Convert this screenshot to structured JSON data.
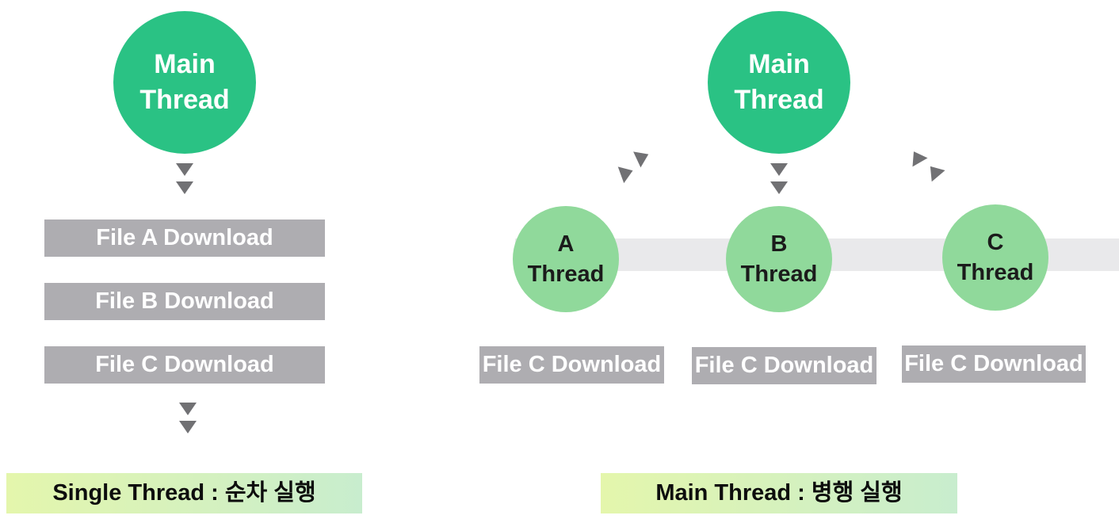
{
  "colors": {
    "main_circle_green": "#2ac284",
    "worker_circle_green": "#90d99b",
    "bar_gray": "#aeadb1",
    "band_gray": "#e9e9eb",
    "arrow_gray": "#717174",
    "caption_gradient_left": "#e4f6ac",
    "caption_gradient_right": "#c8edce"
  },
  "left": {
    "main_circle": {
      "line1": "Main",
      "line2": "Thread"
    },
    "bars": [
      "File A Download",
      "File B Download",
      "File C Download"
    ],
    "caption": "Single Thread : 순차 실행"
  },
  "right": {
    "main_circle": {
      "line1": "Main",
      "line2": "Thread"
    },
    "threads": [
      {
        "letter": "A",
        "word": "Thread",
        "bar": "File C Download"
      },
      {
        "letter": "B",
        "word": "Thread",
        "bar": "File C Download"
      },
      {
        "letter": "C",
        "word": "Thread",
        "bar": "File C Download"
      }
    ],
    "caption": "Main Thread : 병행 실행"
  }
}
